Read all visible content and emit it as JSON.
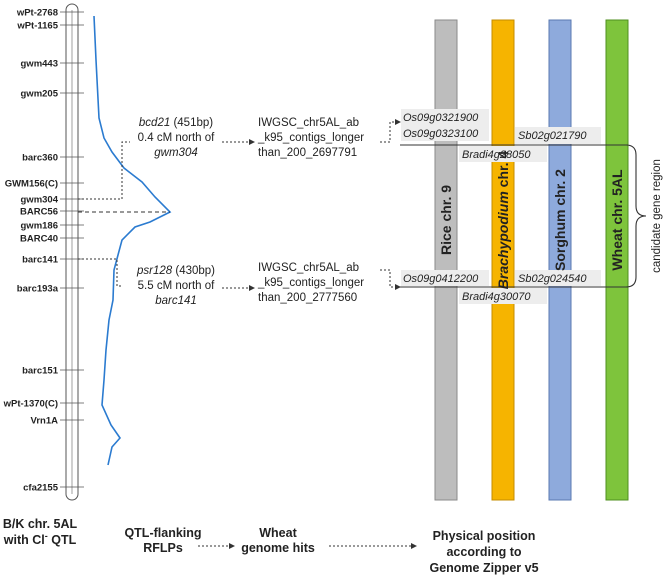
{
  "markers": [
    {
      "id": "m1",
      "label": "wPt-2768"
    },
    {
      "id": "m2",
      "label": "wPt-1165"
    },
    {
      "id": "m3",
      "label": "gwm443"
    },
    {
      "id": "m4",
      "label": "gwm205"
    },
    {
      "id": "m5",
      "label": "barc360"
    },
    {
      "id": "m6",
      "label": "GWM156(C)"
    },
    {
      "id": "m7",
      "label": "gwm304"
    },
    {
      "id": "m8",
      "label": "BARC56"
    },
    {
      "id": "m9",
      "label": "gwm186"
    },
    {
      "id": "m10",
      "label": "BARC40"
    },
    {
      "id": "m11",
      "label": "barc141"
    },
    {
      "id": "m12",
      "label": "barc193a"
    },
    {
      "id": "m13",
      "label": "barc151"
    },
    {
      "id": "m14",
      "label": "wPt-1370(C)"
    },
    {
      "id": "m15",
      "label": "Vrn1A"
    },
    {
      "id": "m16",
      "label": "cfa2155"
    }
  ],
  "rflp_north": {
    "probe": "bcd21",
    "size": "(451bp)",
    "distance": "0.4 cM north of",
    "marker": "gwm304"
  },
  "rflp_south": {
    "probe": "psr128",
    "size": "(430bp)",
    "distance": "5.5 cM north of",
    "marker": "barc141"
  },
  "hit_north": [
    "IWGSC_chr5AL_ab",
    "_k95_contigs_longer",
    "than_200_2697791"
  ],
  "hit_south": [
    "IWGSC_chr5AL_ab",
    "_k95_contigs_longer",
    "than_200_2777560"
  ],
  "genes_north": {
    "rice_a": "Os09g0321900",
    "rice_b": "Os09g0323100",
    "sorghum": "Sb02g021790",
    "brachy": "Bradi4g28050"
  },
  "genes_south": {
    "rice": "Os09g0412200",
    "sorghum": "Sb02g024540",
    "brachy": "Bradi4g30070"
  },
  "chromosomes": [
    {
      "id": "rice",
      "label": "Rice chr. 9",
      "color": "#bdbdbd",
      "border": "#8a8a8a"
    },
    {
      "id": "brachy",
      "label": "Brachypodium chr. 4",
      "label_italic": "Brachypodium",
      "label_rest": " chr. 4",
      "color": "#f6b400",
      "border": "#c48c00"
    },
    {
      "id": "sorghum",
      "label": "Sorghum chr. 2",
      "color": "#8eaadc",
      "border": "#5a78b0"
    },
    {
      "id": "wheat",
      "label": "Wheat chr. 5AL",
      "color": "#7ec43c",
      "border": "#4f8f1f"
    }
  ],
  "region_label": "candidate gene region",
  "footer": {
    "map_line1": "B/K chr. 5AL",
    "map_line2_pre": "with Cl",
    "map_line2_sup": "-",
    "map_line2_post": " QTL",
    "rflp_line1": "QTL-flanking",
    "rflp_line2": "RFLPs",
    "hits_line1": "Wheat",
    "hits_line2": "genome hits",
    "phys_line1": "Physical position",
    "phys_line2": "according to",
    "phys_line3": "Genome Zipper v5"
  },
  "colors": {
    "lod_curve": "#2b7bd0",
    "line": "#333333",
    "gene_box": "#ededed"
  }
}
